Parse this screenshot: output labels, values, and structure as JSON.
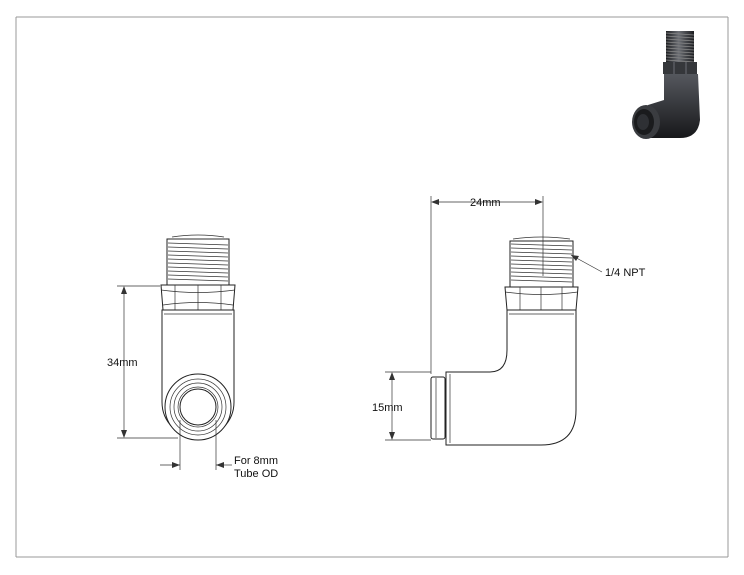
{
  "dimensions": {
    "body_length": "34mm",
    "tube_label_line1": "For 8mm",
    "tube_label_line2": "Tube OD",
    "overall_width": "24mm",
    "thread": "1/4 NPT",
    "tube_height": "15mm"
  },
  "colors": {
    "line": "#222222",
    "background": "#ffffff",
    "render_dark": "#2b2d31"
  },
  "icons": {
    "iso_render": "fitting-3d-render-icon"
  }
}
